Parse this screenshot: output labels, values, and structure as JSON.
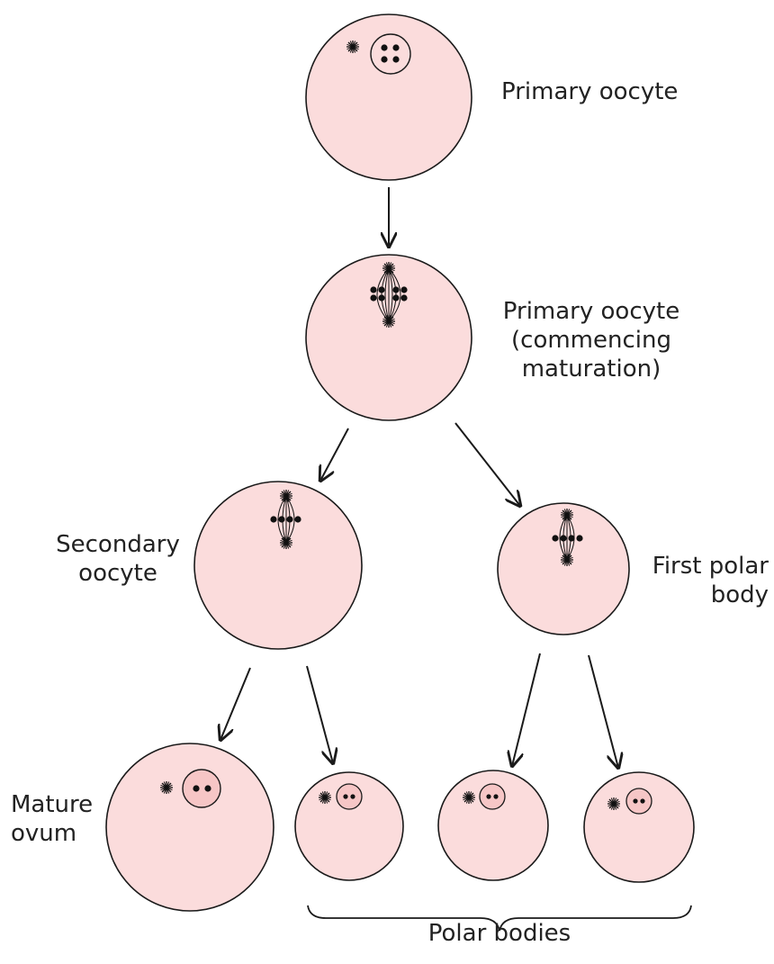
{
  "labels": {
    "primary_oocyte": "Primary oocyte",
    "primary_oocyte_commencing": "Primary oocyte\n(commencing\nmaturation)",
    "secondary_oocyte": "Secondary\noocyte",
    "first_polar_body": "First polar\nbody",
    "mature_ovum": "Mature\novum",
    "polar_bodies": "Polar bodies"
  },
  "colors": {
    "cell_fill": "#fbdcdc",
    "nucleus_fill": "#f6c6c6",
    "stroke": "#1a1a1a"
  }
}
